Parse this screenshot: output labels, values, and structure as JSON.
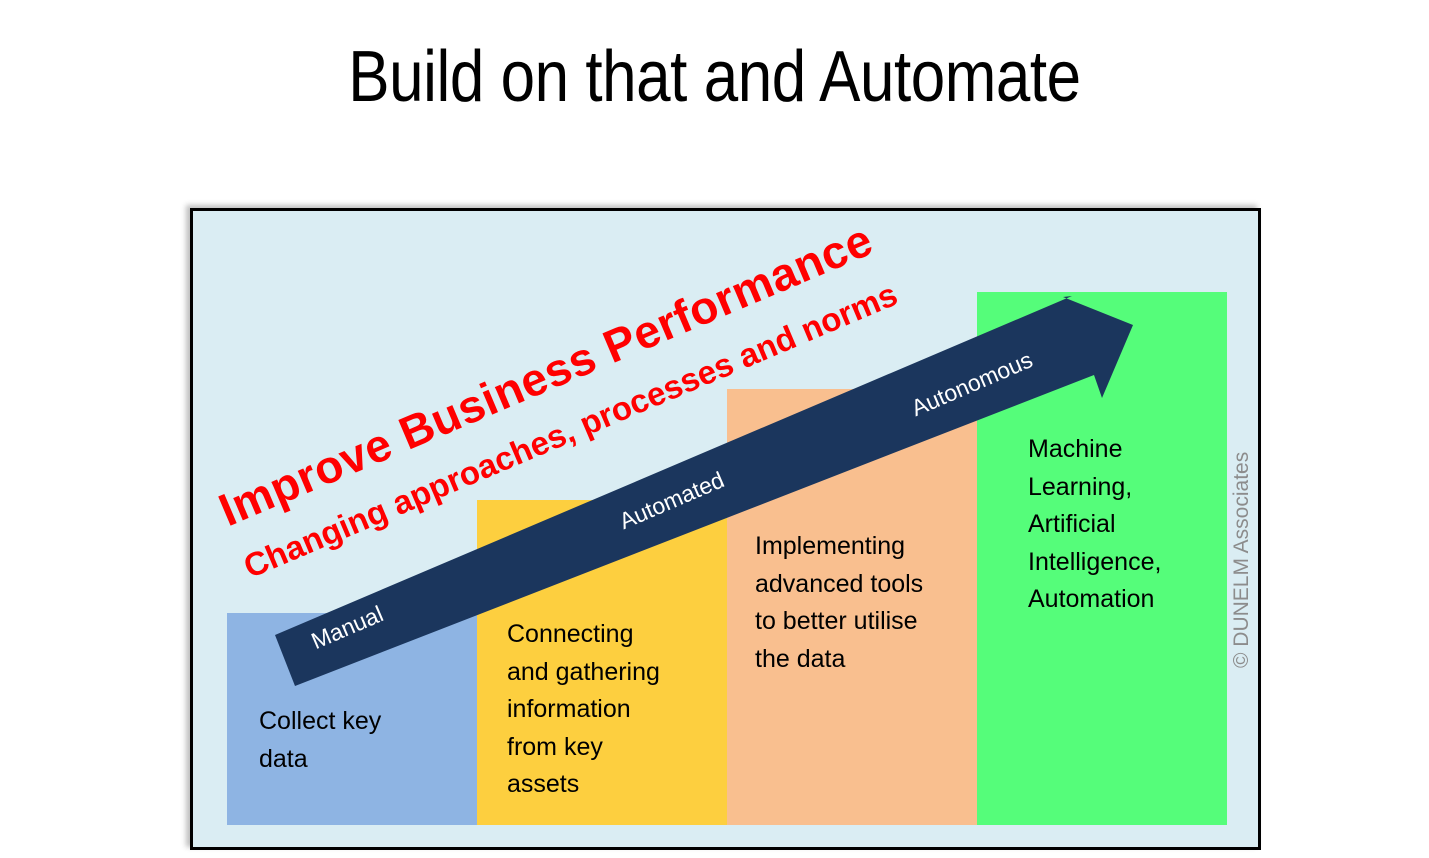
{
  "slide": {
    "title": "Build on that and Automate"
  },
  "diagram": {
    "headline": "Improve Business Performance",
    "subheadline": "Changing approaches, processes and norms",
    "arrow": {
      "color": "#1b365d",
      "stages": [
        "Manual",
        "Automated",
        "Autonomous"
      ]
    },
    "steps": [
      {
        "text": "Collect key\ndata",
        "color": "#8eb4e3"
      },
      {
        "text": "Connecting\nand gathering\ninformation\nfrom key\nassets",
        "color": "#fdcf3f"
      },
      {
        "text": "Implementing\nadvanced tools\nto better utilise\nthe data",
        "color": "#f9bf8f"
      },
      {
        "text": "Machine\nLearning,\nArtificial\nIntelligence,\nAutomation",
        "color": "#55fd7a"
      }
    ],
    "copyright": "© DUNELM Associates",
    "background": "#daedf3",
    "headline_color": "#ff0000"
  }
}
